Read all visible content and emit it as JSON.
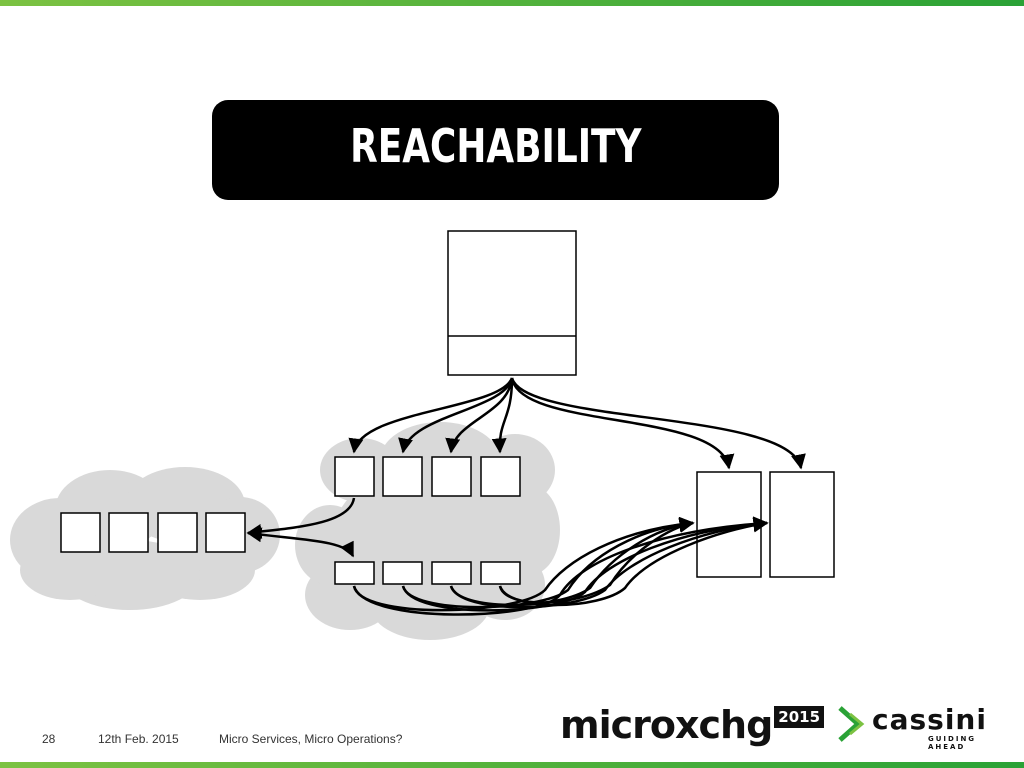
{
  "slide": {
    "title": "Reachability",
    "page_number": "28",
    "date": "12th Feb. 2015",
    "talk_title": "Micro Services, Micro Operations?"
  },
  "logos": {
    "microxchg": {
      "text": "microxchg",
      "year": "2015",
      "icon": "microxchg-logo"
    },
    "cassini": {
      "text": "cassini",
      "tagline": "GUIDING AHEAD",
      "icon": "cassini-chevron-icon"
    }
  },
  "colors": {
    "accent_green": "#2aa236",
    "cloud_gray": "#d9d9d9",
    "title_bg": "#000000"
  }
}
